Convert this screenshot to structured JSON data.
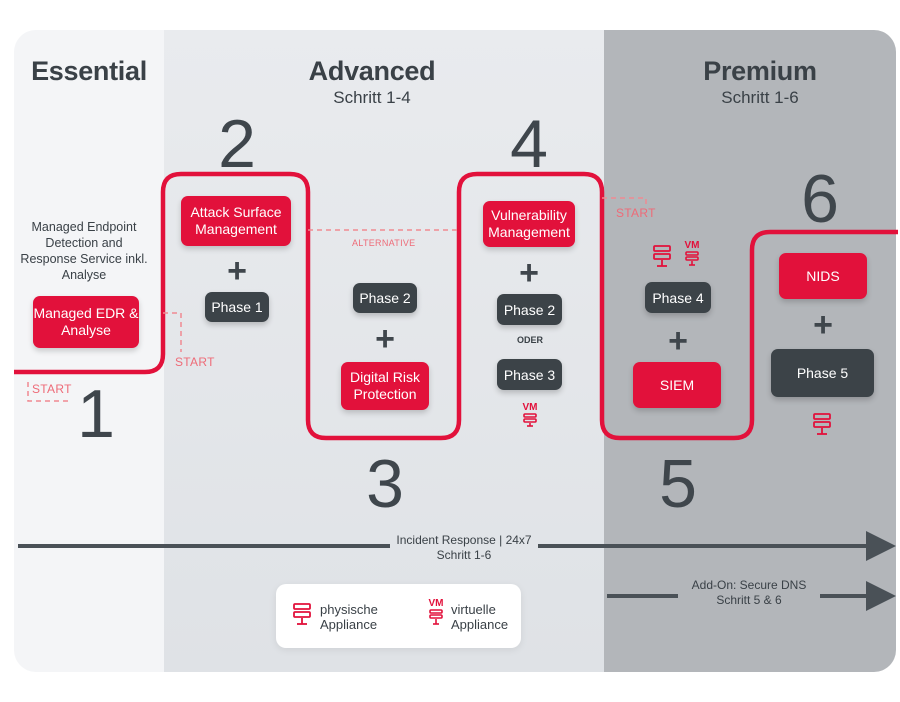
{
  "columns": {
    "essential": {
      "title": "Essential"
    },
    "advanced": {
      "title": "Advanced",
      "subtitle": "Schritt 1-4"
    },
    "premium": {
      "title": "Premium",
      "subtitle": "Schritt 1-6"
    }
  },
  "steps": {
    "s1": {
      "number": "1",
      "description": "Managed Endpoint Detection and Response Service inkl. Analyse",
      "box": "Managed EDR & Analyse",
      "start": "START"
    },
    "s2": {
      "number": "2",
      "box": "Attack Surface Management",
      "phase": "Phase 1",
      "start": "START"
    },
    "s3": {
      "number": "3",
      "phase": "Phase 2",
      "box": "Digital Risk Protection",
      "alternative": "ALTERNATIVE"
    },
    "s4": {
      "number": "4",
      "box": "Vulnerability Management",
      "phase_a": "Phase 2",
      "oder": "ODER",
      "phase_b": "Phase 3",
      "vm": "VM"
    },
    "s5": {
      "number": "5",
      "phase": "Phase 4",
      "box": "SIEM",
      "vm": "VM",
      "start": "START"
    },
    "s6": {
      "number": "6",
      "box": "NIDS",
      "phase": "Phase 5"
    }
  },
  "plus": "+",
  "incident": {
    "line1": "Incident Response | 24x7",
    "line2": "Schritt 1-6"
  },
  "addon": {
    "line1": "Add-On: Secure DNS",
    "line2": "Schritt 5 & 6"
  },
  "legend": {
    "physical": {
      "line1": "physische",
      "line2": "Appliance"
    },
    "virtual": {
      "vm": "VM",
      "line1": "virtuelle",
      "line2": "Appliance"
    }
  },
  "colors": {
    "accent": "#e2113b",
    "dark": "#3c4348",
    "dashed": "#f08a92"
  }
}
